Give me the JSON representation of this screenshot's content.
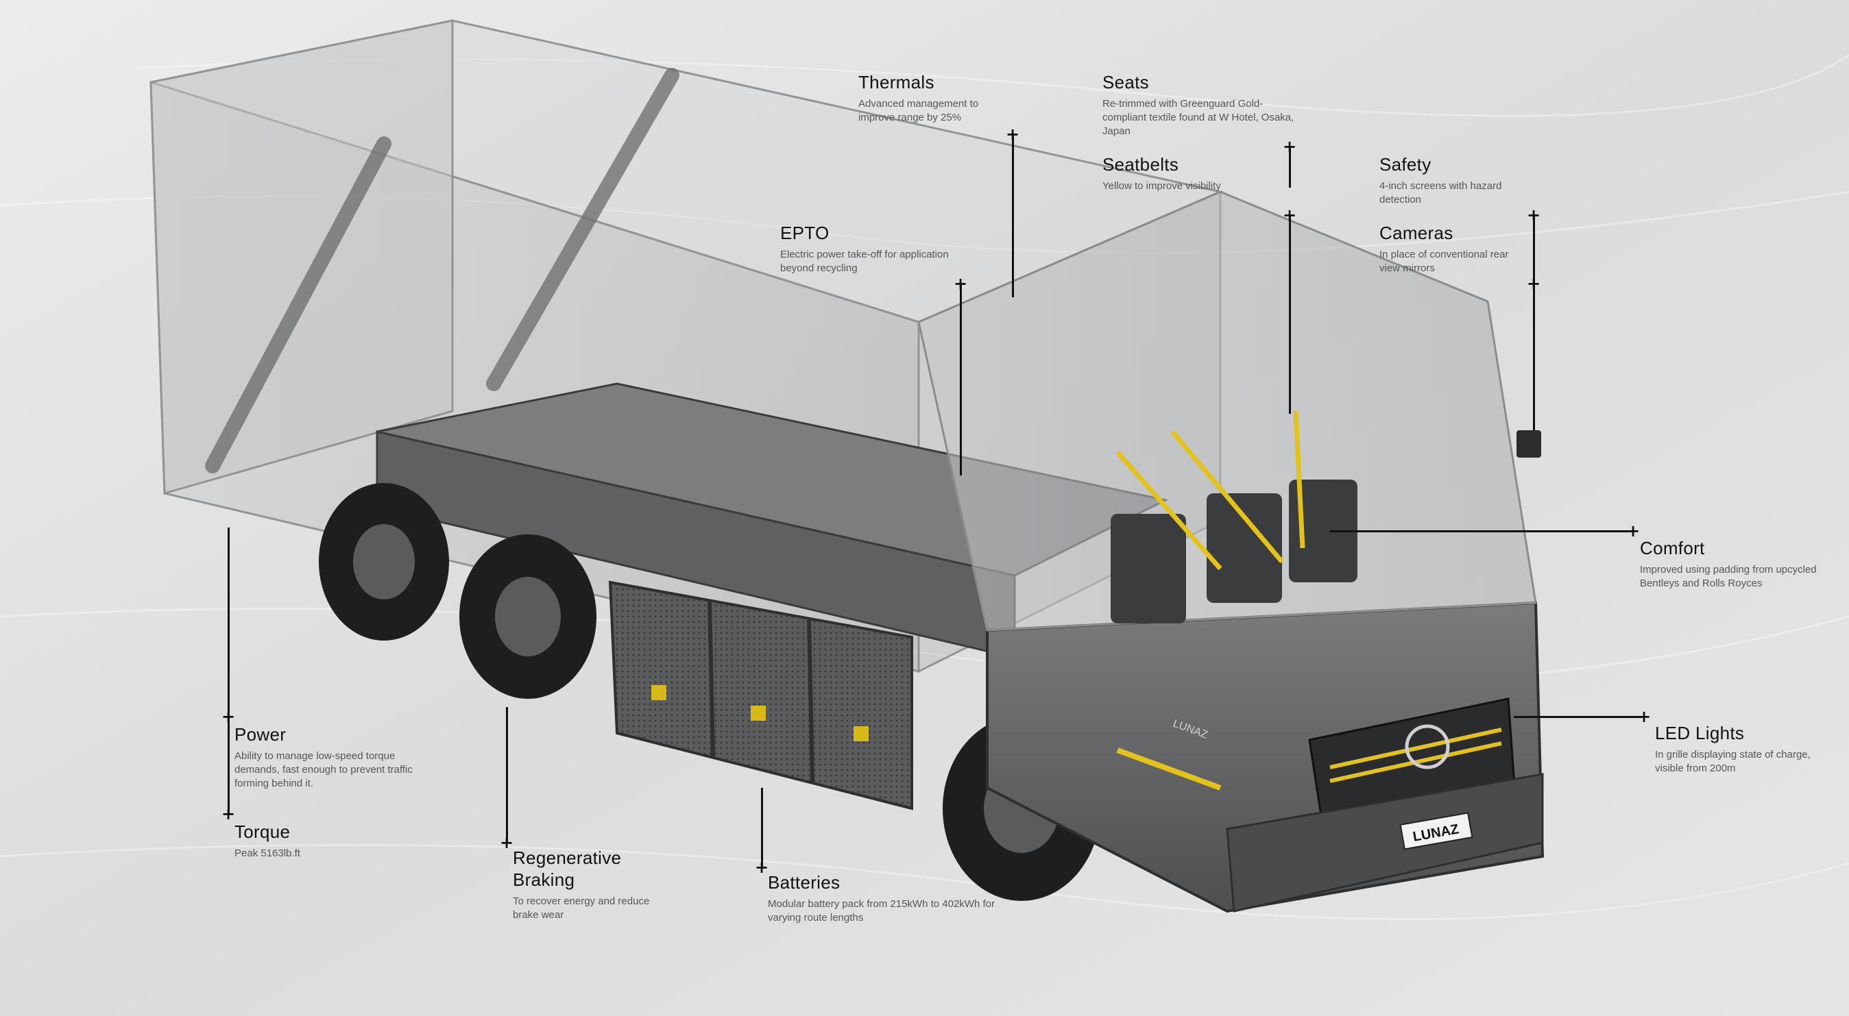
{
  "callouts": {
    "thermals": {
      "title": "Thermals",
      "desc": "Advanced management to improve range by 25%"
    },
    "seats": {
      "title": "Seats",
      "desc": "Re-trimmed with Greenguard Gold-compliant textile found at W Hotel, Osaka, Japan"
    },
    "seatbelts": {
      "title": "Seatbelts",
      "desc": "Yellow to improve visibility"
    },
    "safety": {
      "title": "Safety",
      "desc": "4-inch screens with hazard detection"
    },
    "epto": {
      "title": "EPTO",
      "desc": "Electric power take-off for application beyond recycling"
    },
    "cameras": {
      "title": "Cameras",
      "desc": "In place of conventional rear view mirrors"
    },
    "comfort": {
      "title": "Comfort",
      "desc": "Improved using padding from upcycled Bentleys and Rolls Royces"
    },
    "led_lights": {
      "title": "LED Lights",
      "desc": "In grille displaying state of charge, visible from 200m"
    },
    "power": {
      "title": "Power",
      "desc": "Ability to manage low-speed torque demands, fast enough to prevent traffic forming behind it."
    },
    "torque": {
      "title": "Torque",
      "desc": "Peak 5163lb.ft"
    },
    "regen": {
      "title": "Regenerative Braking",
      "desc": "To recover energy and reduce brake wear"
    },
    "batteries": {
      "title": "Batteries",
      "desc": "Modular battery pack from 215kWh to 402kWh for varying route lengths"
    }
  },
  "vehicle": {
    "plate": "LUNAZ",
    "badge": "LUNAZ"
  },
  "colors": {
    "background": "#e3e3e3",
    "truck_body": "#6f7072",
    "truck_dark": "#3f4042",
    "glass": "#b9bcbf",
    "accent_yellow": "#e2c21b",
    "line": "#111111"
  }
}
